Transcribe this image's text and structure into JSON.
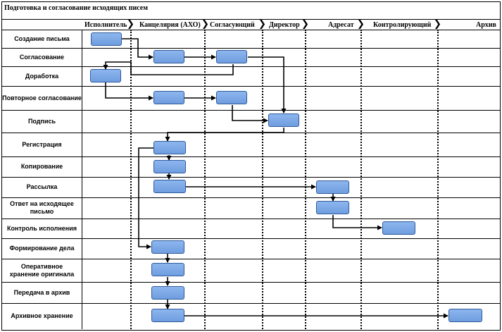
{
  "title": "Подготовка и согласование исходящих писем",
  "lanes": [
    "Исполнитель",
    "Канцелярия (АХО)",
    "Согласующий",
    "Директор",
    "Адресат",
    "Контролирующий",
    "Архив"
  ],
  "rows": [
    "Создание  письма",
    "Согласование",
    "Доработка",
    "Повторное согласование",
    "Подпись",
    "Регистрация",
    "Копирование",
    "Рассылка",
    "Ответ на исходящее письмо",
    "Контроль исполнения",
    "Формирование дела",
    "Оперативное хранение оригинала",
    "Передача в архив",
    "Архивное хранение"
  ],
  "colors": {
    "box_fill": "#7aa7e6",
    "box_border": "#2f5a9a"
  }
}
